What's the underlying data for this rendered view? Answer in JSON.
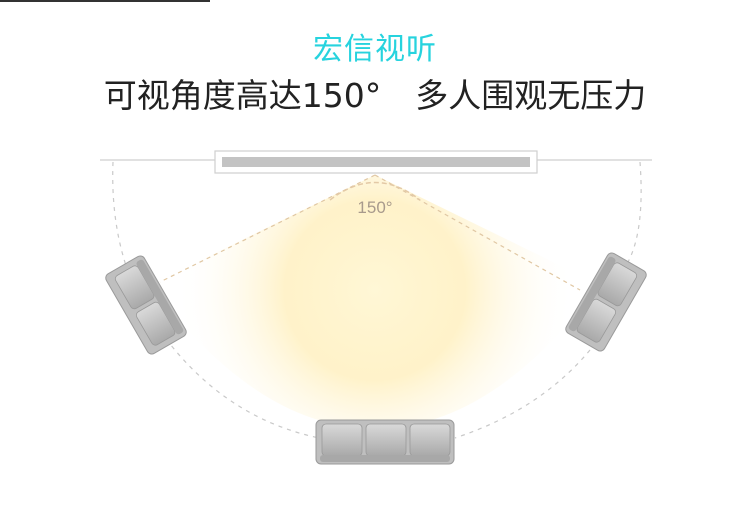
{
  "header": {
    "brand": "宏信视听",
    "headline_part1": "可视角度高达150°",
    "headline_part2": "多人围观无压力"
  },
  "diagram": {
    "angle_label": "150°"
  },
  "colors": {
    "brand": "#27d3de",
    "headline": "#222222",
    "glow": "#fff2c4",
    "sofa": "#bdbdbd",
    "dashed": "#c9c9c9",
    "angle_arc": "#e3c9a6"
  }
}
